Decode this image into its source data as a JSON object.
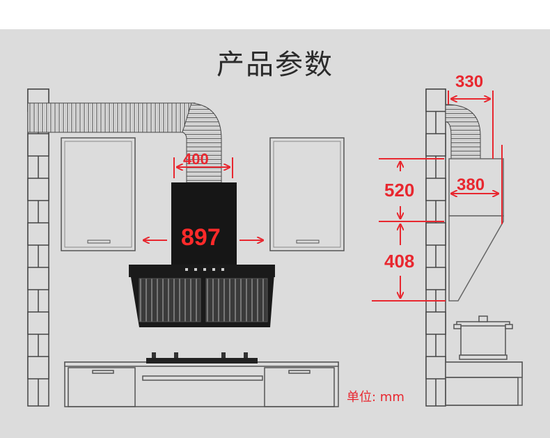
{
  "title": "产品参数",
  "dimensions": {
    "duct_width": "400",
    "hood_width": "897",
    "wall_offset": "330",
    "hood_depth": "380",
    "upper_height": "520",
    "lower_height": "408"
  },
  "unit_label": "单位:  mm",
  "colors": {
    "background": "#dcdcdc",
    "accent": "#e8272f",
    "hood": "#1a1a1a"
  }
}
